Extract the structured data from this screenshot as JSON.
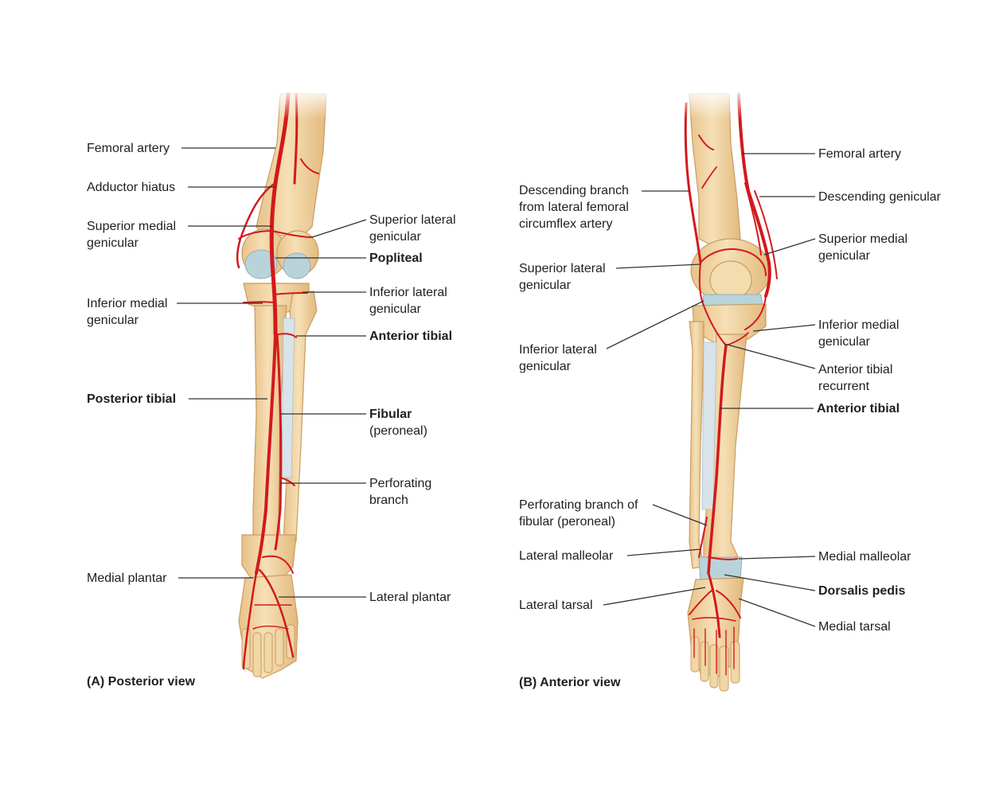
{
  "colors": {
    "bone": "#f1d6a6",
    "bone_edge": "#c79d62",
    "cartilage": "#b9d3da",
    "artery": "#d3191c",
    "leader": "#333333"
  },
  "panel_a": {
    "caption": "(A) Posterior view",
    "labels": {
      "femoral_artery": "Femoral artery",
      "adductor_hiatus": "Adductor hiatus",
      "superior_medial_genicular": [
        "Superior medial",
        "genicular"
      ],
      "inferior_medial_genicular": [
        "Inferior medial",
        "genicular"
      ],
      "posterior_tibial": "Posterior tibial",
      "medial_plantar": "Medial plantar",
      "superior_lateral_genicular": [
        "Superior lateral",
        "genicular"
      ],
      "popliteal": "Popliteal",
      "inferior_lateral_genicular": [
        "Inferior lateral",
        "genicular"
      ],
      "anterior_tibial": "Anterior tibial",
      "fibular": [
        "Fibular",
        "(peroneal)"
      ],
      "perforating_branch": [
        "Perforating",
        "branch"
      ],
      "lateral_plantar": "Lateral plantar"
    }
  },
  "panel_b": {
    "caption": "(B) Anterior view",
    "labels": {
      "descending_branch": [
        "Descending branch",
        "from lateral femoral",
        "circumflex artery"
      ],
      "superior_lateral_genicular": [
        "Superior lateral",
        "genicular"
      ],
      "inferior_lateral_genicular": [
        "Inferior lateral",
        "genicular"
      ],
      "perforating_branch_fibular": [
        "Perforating branch of",
        "fibular (peroneal)"
      ],
      "lateral_malleolar": "Lateral malleolar",
      "lateral_tarsal": "Lateral tarsal",
      "femoral_artery": "Femoral artery",
      "descending_genicular": "Descending genicular",
      "superior_medial_genicular": [
        "Superior medial",
        "genicular"
      ],
      "inferior_medial_genicular": [
        "Inferior medial",
        "genicular"
      ],
      "anterior_tibial_recurrent": [
        "Anterior tibial",
        "recurrent"
      ],
      "anterior_tibial": "Anterior tibial",
      "medial_malleolar": "Medial malleolar",
      "dorsalis_pedis": "Dorsalis pedis",
      "medial_tarsal": "Medial tarsal"
    }
  }
}
